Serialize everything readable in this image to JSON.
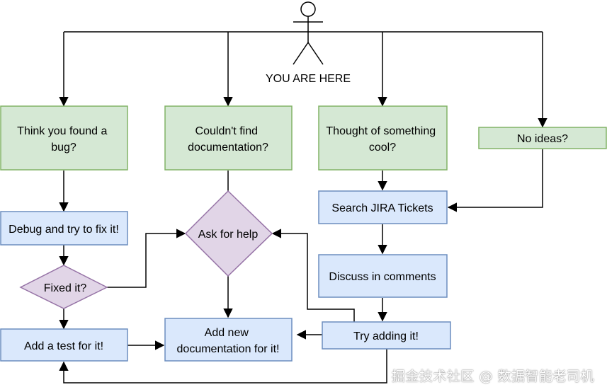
{
  "colors": {
    "green_fill": "#d5e8d4",
    "green_stroke": "#82b366",
    "blue_fill": "#dae8fc",
    "blue_stroke": "#6c8ebf",
    "purple_fill": "#e1d5e7",
    "purple_stroke": "#9673a6",
    "line": "#000000"
  },
  "you_are_here": "YOU ARE HERE",
  "nodes": {
    "bug": [
      "Think you found a",
      "bug?"
    ],
    "nodoc": [
      "Couldn't find",
      "documentation?"
    ],
    "cool": [
      "Thought of something",
      "cool?"
    ],
    "noideas": [
      "No ideas?"
    ],
    "debug": [
      "Debug and try to fix it!"
    ],
    "fixed": [
      "Fixed it?"
    ],
    "test": [
      "Add a test for it!"
    ],
    "help": [
      "Ask for help"
    ],
    "adddoc": [
      "Add new",
      "documentation for it!"
    ],
    "search": [
      "Search JIRA Tickets"
    ],
    "discuss": [
      "Discuss in comments"
    ],
    "try": [
      "Try adding it!"
    ]
  },
  "watermark": "掘金技术社区 @ 数据智能老司机"
}
